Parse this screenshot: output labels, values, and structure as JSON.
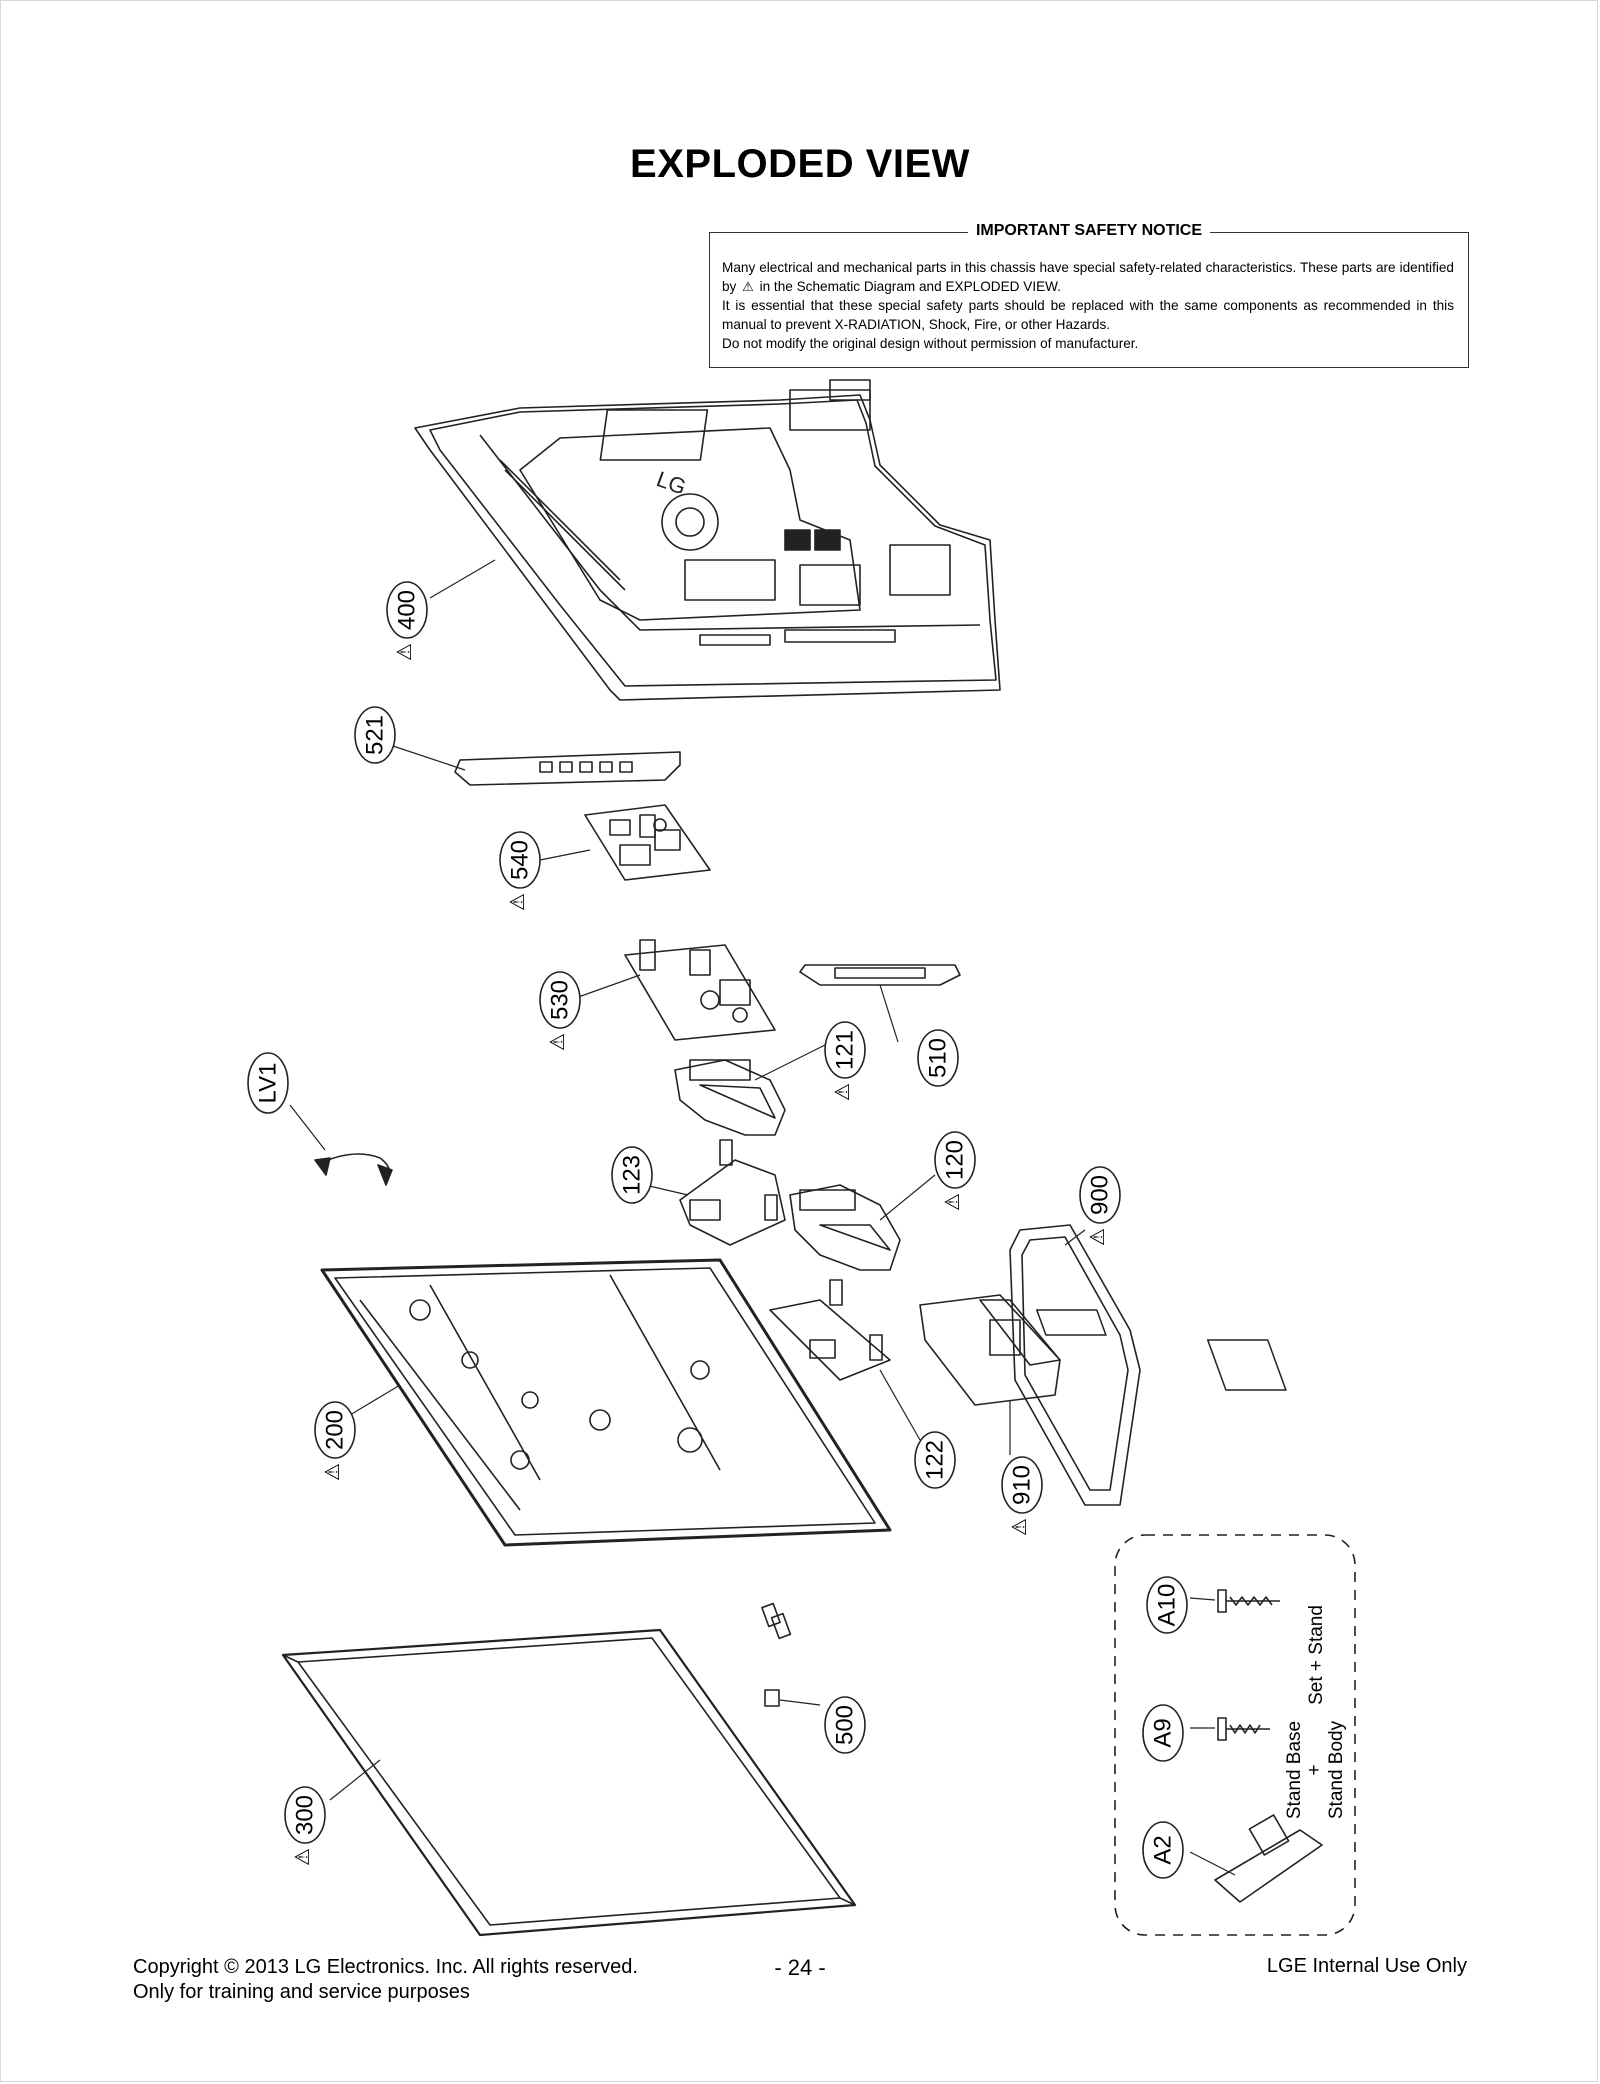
{
  "page": {
    "title": "EXPLODED VIEW",
    "notice": {
      "heading": "IMPORTANT SAFETY NOTICE",
      "line1": "Many electrical and mechanical parts in this chassis have special safety-related characteristics. These parts are identified by",
      "line1_end": "in the Schematic Diagram and EXPLODED VIEW.",
      "line2": "It is essential that these special safety parts should be replaced with the same components as recommended in this manual to prevent X-RADIATION, Shock, Fire, or other Hazards.",
      "line3": "Do not modify the original design without permission of manufacturer.",
      "warn_symbol": "⚠"
    },
    "footer": {
      "copyright": "Copyright  © 2013 LG Electronics. Inc. All rights reserved.",
      "training": "Only for training and service purposes",
      "page_number": "- 24 -",
      "internal": "LGE Internal Use Only"
    }
  },
  "parts": {
    "p400": "400",
    "p521": "521",
    "p540": "540",
    "p530": "530",
    "p510": "510",
    "p121": "121",
    "pLV1": "LV1",
    "p123": "123",
    "p120": "120",
    "p900": "900",
    "p200": "200",
    "p122": "122",
    "p910": "910",
    "p300": "300",
    "p500": "500",
    "pA10": "A10",
    "pA9": "A9",
    "pA2": "A2"
  },
  "screw_notes": {
    "a10_note": "Set + Stand",
    "a9_note_1": "Stand Base",
    "a9_note_2": "+",
    "a9_note_3": "Stand Body"
  },
  "warn": "⚠",
  "logo_text": "LG"
}
